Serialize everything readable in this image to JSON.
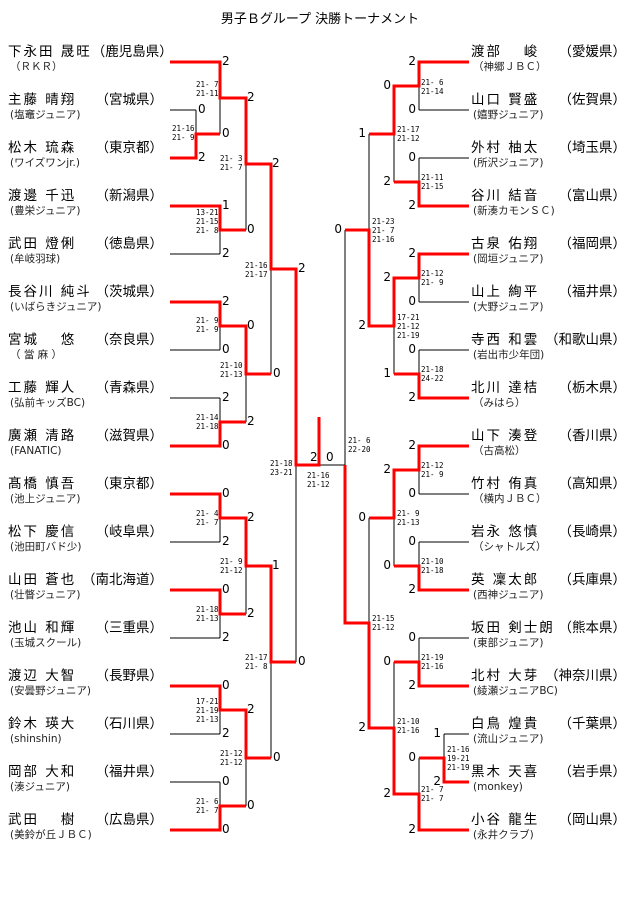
{
  "title": "男子Ｂグループ 決勝トーナメント",
  "left": {
    "players": [
      {
        "name": "下永田 晟旺",
        "pref": "（鹿児島県）",
        "club": "（ＲＫＲ）"
      },
      {
        "name": "主藤 晴翔",
        "pref": "（宮城県）",
        "club": "(塩竈ジュニア)"
      },
      {
        "name": "松木 琉森",
        "pref": "（東京都）",
        "club": "(ワイズワンjr.)"
      },
      {
        "name": "渡邊 千迅",
        "pref": "（新潟県）",
        "club": "(豊栄ジュニア)"
      },
      {
        "name": "武田 燈俐",
        "pref": "（徳島県）",
        "club": "(牟岐羽球)"
      },
      {
        "name": "長谷川 純斗",
        "pref": "（茨城県）",
        "club": "(いばらきジュニア)"
      },
      {
        "name": "宮城 　悠",
        "pref": "（奈良県）",
        "club": "（ 當 麻 ）"
      },
      {
        "name": "工藤 輝人",
        "pref": "（青森県）",
        "club": "(弘前キッズBC)"
      },
      {
        "name": "廣瀬 清路",
        "pref": "（滋賀県）",
        "club": "(FANATIC)"
      },
      {
        "name": "髙橋 慎吾",
        "pref": "（東京都）",
        "club": "(池上ジュニア)"
      },
      {
        "name": "松下 慶信",
        "pref": "（岐阜県）",
        "club": "(池田町バド少)"
      },
      {
        "name": "山田 蒼也",
        "pref": "（南北海道）",
        "club": "(壮瞥ジュニア)"
      },
      {
        "name": "池山 和輝",
        "pref": "（三重県）",
        "club": "(玉城スクール)"
      },
      {
        "name": "渡辺 大智",
        "pref": "（長野県）",
        "club": "(安曇野ジュニア)"
      },
      {
        "name": "鈴木 瑛大",
        "pref": "（石川県）",
        "club": "(shinshin)"
      },
      {
        "name": "岡部 大和",
        "pref": "（福井県）",
        "club": "(湊ジュニア)"
      },
      {
        "name": "武田 　樹",
        "pref": "（広島県）",
        "club": "(美鈴が丘ＪＢＣ)"
      }
    ],
    "counts": [
      "2",
      "0",
      "2",
      "0",
      "2",
      "1",
      "2",
      "0",
      "2",
      "2",
      "0",
      "0",
      "2",
      "0",
      "2",
      "0",
      "2",
      "0",
      "2",
      "2",
      "0",
      "2",
      "2",
      "1",
      "0",
      "2",
      "2",
      "0",
      "0",
      "0"
    ],
    "scores": [
      "21-16\n21- 9",
      "21- 7\n21-11",
      "13-21\n21-15\n21- 8",
      "21- 3\n21- 7",
      "21- 9\n21- 9",
      "21-14\n21-18",
      "21-10\n21-13",
      "21-16\n21-17",
      "21- 4\n21- 7",
      "21-18\n21-13",
      "21- 9\n21-12",
      "17-21\n21-19\n21-13",
      "21- 6\n21- 7",
      "21-12\n21-12",
      "21-17\n21- 8",
      "21-18\n23-21"
    ]
  },
  "final": {
    "left_count": "2",
    "right_count": "0",
    "score": "21-16\n21-12"
  },
  "right": {
    "players": [
      {
        "name": "渡部 　峻",
        "pref": "（愛媛県）",
        "club": "（神郷ＪＢＣ）"
      },
      {
        "name": "山口 賢盛",
        "pref": "（佐賀県）",
        "club": "(嬉野ジュニア)"
      },
      {
        "name": "外村 柚太",
        "pref": "（埼玉県）",
        "club": "(所沢ジュニア)"
      },
      {
        "name": "谷川 結音",
        "pref": "（富山県）",
        "club": "(新湊カモンＳＣ)"
      },
      {
        "name": "古泉 佑翔",
        "pref": "（福岡県）",
        "club": "(岡垣ジュニア)"
      },
      {
        "name": "山上 絢平",
        "pref": "（福井県）",
        "club": "(大野ジュニア)"
      },
      {
        "name": "寺西 和雲",
        "pref": "（和歌山県）",
        "club": "(岩出市少年団)"
      },
      {
        "name": "北川 達桔",
        "pref": "（栃木県）",
        "club": "（みはら）"
      },
      {
        "name": "山下 湊登",
        "pref": "（香川県）",
        "club": "（古高松）"
      },
      {
        "name": "竹村 侑真",
        "pref": "（高知県）",
        "club": "（横内ＪＢＣ）"
      },
      {
        "name": "岩永 悠慎",
        "pref": "（長崎県）",
        "club": "（シャトルズ）"
      },
      {
        "name": "英 凜太郎",
        "pref": "（兵庫県）",
        "club": "(西神ジュニア)"
      },
      {
        "name": "坂田 剣士朗",
        "pref": "（熊本県）",
        "club": "(東部ジュニア)"
      },
      {
        "name": "北村 大芽",
        "pref": "（神奈川県）",
        "club": "(綾瀬ジュニアBC)"
      },
      {
        "name": "白鳥 煌貴",
        "pref": "（千葉県）",
        "club": "(流山ジュニア)"
      },
      {
        "name": "黒木 天喜",
        "pref": "（岩手県）",
        "club": "(monkey)"
      },
      {
        "name": "小谷 龍生",
        "pref": "（岡山県）",
        "club": "(永井クラブ)"
      }
    ],
    "counts": [
      "2",
      "0",
      "0",
      "0",
      "2",
      "2",
      "1",
      "2",
      "0",
      "2",
      "0",
      "2",
      "1",
      "2",
      "0",
      "2",
      "0",
      "2",
      "0",
      "2",
      "0",
      "0",
      "0",
      "2",
      "0",
      "1",
      "2",
      "0",
      "2",
      "2",
      "2"
    ],
    "scores": [
      "21- 6\n21-14",
      "21-11\n21-15",
      "21-17\n21-12",
      "21-12\n21- 9",
      "21-18\n24-22",
      "17-21\n21-12\n21-19",
      "21-23\n21- 7\n21-16",
      "21-12\n21- 9",
      "21-10\n21-18",
      "21- 9\n21-13",
      "21-19\n21-16",
      "21-16\n19-21\n21-19",
      "21- 7\n21- 7",
      "21-10\n21-16",
      "21-15\n21-12",
      "21- 6\n22-20"
    ]
  },
  "colors": {
    "winner_line": "#ff0000",
    "line": "#000000"
  }
}
